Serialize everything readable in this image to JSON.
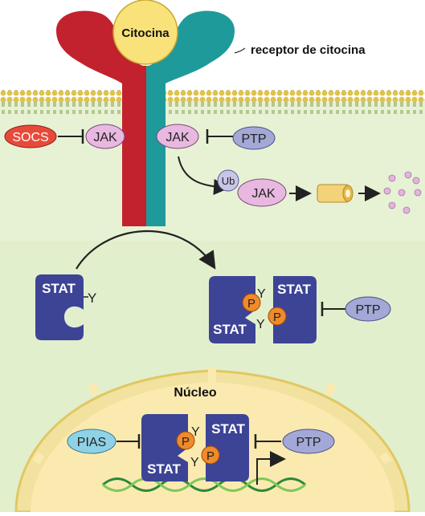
{
  "labels": {
    "cytokine": "Citocina",
    "receptor": "receptor de citocina",
    "socs": "SOCS",
    "jak_left": "JAK",
    "jak_right": "JAK",
    "ptp_top": "PTP",
    "ub": "Ub",
    "jak_ub": "JAK",
    "stat_inactive": "STAT",
    "y_inactive": "Y",
    "stat_dimer_top": "STAT",
    "stat_dimer_bottom": "STAT",
    "y_dimer_top": "Y",
    "y_dimer_bottom": "Y",
    "p_dimer_top": "P",
    "p_dimer_bottom": "P",
    "ptp_mid": "PTP",
    "nucleus": "Núcleo",
    "pias": "PIAS",
    "stat_nuc_top": "STAT",
    "stat_nuc_bottom": "STAT",
    "y_nuc_top": "Y",
    "y_nuc_bottom": "Y",
    "p_nuc_top": "P",
    "p_nuc_bottom": "P",
    "ptp_nuc": "PTP"
  },
  "colors": {
    "cytoplasm": "#e6f2d4",
    "membrane": "#f3e39a",
    "receptor_left": "#c2222d",
    "receptor_right": "#1f9a9a",
    "cytokine": "#f9e27a",
    "jak": "#e8b8e0",
    "ptp": "#a3a8d6",
    "socs": "#e84a3a",
    "stat": "#3d4496",
    "phospho": "#f08a2a",
    "nucleus": "#fbe8a6",
    "pias": "#8fd2e6"
  }
}
